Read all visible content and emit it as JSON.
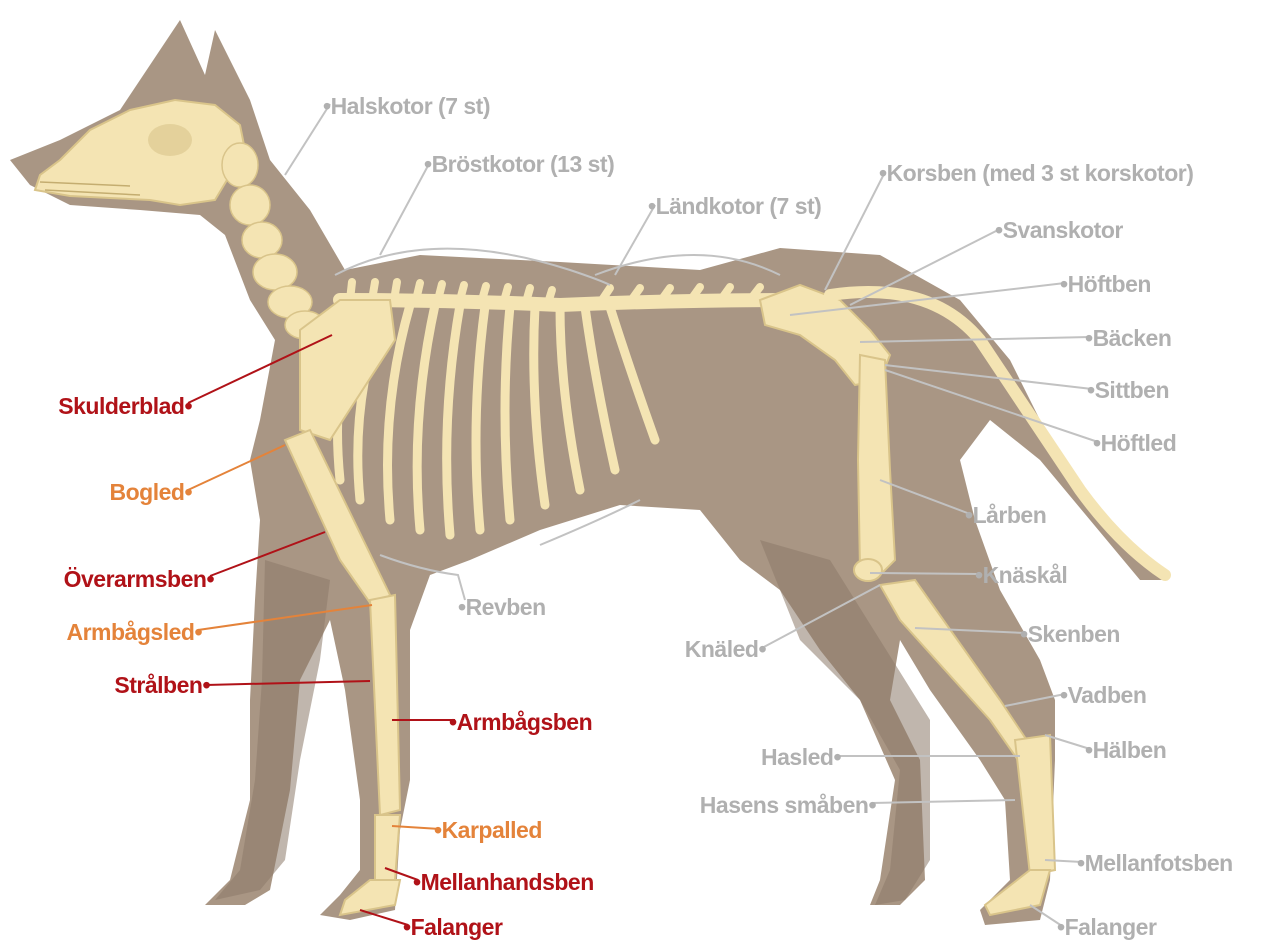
{
  "colors": {
    "silhouette": "#a99684",
    "silhouette_shadow": "#8c7a69",
    "bone": "#f4e4b3",
    "bone_edge": "#d9c48a",
    "grey_label": "#b0b0b0",
    "red_label": "#b01218",
    "orange_label": "#e4833a"
  },
  "labels": {
    "halskotor": "Halskotor (7 st)",
    "brostkotor": "Bröstkotor (13 st)",
    "landkotor": "Ländkotor (7 st)",
    "korsben": "Korsben (med 3 st korskotor)",
    "svanskotor": "Svanskotor",
    "hoftben": "Höftben",
    "backen": "Bäcken",
    "sittben": "Sittben",
    "hoftled": "Höftled",
    "larben": "Lårben",
    "knaskal": "Knäskål",
    "skenben": "Skenben",
    "knaled": "Knäled",
    "vadben": "Vadben",
    "halben": "Hälben",
    "hasled": "Hasled",
    "hasens_smaben": "Hasens småben",
    "mellanfotsben": "Mellanfotsben",
    "falanger_bak": "Falanger",
    "revben": "Revben",
    "skulderblad": "Skulderblad",
    "bogled": "Bogled",
    "overarmsben": "Överarmsben",
    "armbagsled": "Armbågsled",
    "stralben": "Strålben",
    "armbagsben": "Armbågsben",
    "karpalled": "Karpalled",
    "mellanhandsben": "Mellanhandsben",
    "falanger_fram": "Falanger"
  }
}
